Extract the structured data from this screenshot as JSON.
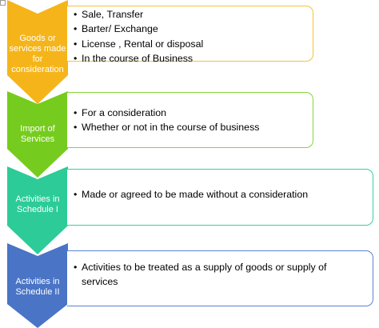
{
  "steps": [
    {
      "label_lines": [
        "Goods or",
        "services made",
        "for",
        "consideration"
      ],
      "color": "#F5B51A",
      "border_color": "#F5C235",
      "bullets": [
        "Sale, Transfer",
        "Barter/ Exchange",
        "License , Rental or disposal",
        "In the course of Business"
      ]
    },
    {
      "label_lines": [
        "Import  of",
        "Services"
      ],
      "color": "#76CC1E",
      "border_color": "#86D43A",
      "bullets": [
        "For a consideration",
        "Whether or not in the course of business"
      ]
    },
    {
      "label_lines": [
        "Activities in",
        "Schedule I"
      ],
      "color": "#2DCB98",
      "border_color": "#38CFA0",
      "bullets": [
        "Made or agreed to be made without a consideration"
      ]
    },
    {
      "label_lines": [
        "Activities in",
        "Schedule II"
      ],
      "color": "#4A74C6",
      "border_color": "#5A84D0",
      "bullets": [
        "Activities to be treated as a supply of goods or supply of services"
      ]
    }
  ]
}
